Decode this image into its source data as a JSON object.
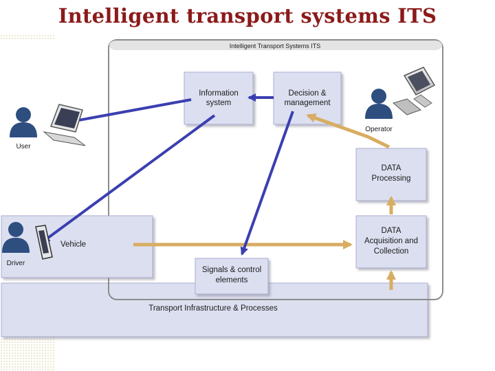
{
  "slide": {
    "title": "Intelligent transport systems ITS"
  },
  "diagram": {
    "container_label": "Intelligent Transport Systems ITS",
    "nodes": {
      "information_system": [
        "Information",
        "system"
      ],
      "decision_management": [
        "Decision &",
        "management"
      ],
      "data_processing": [
        "DATA",
        "Processing"
      ],
      "data_acquisition": [
        "DATA",
        "Acquisition and",
        "Collection"
      ],
      "signals_control": [
        "Signals & control",
        "elements"
      ],
      "vehicle": "Vehicle",
      "infrastructure": "Transport Infrastructure & Processes"
    },
    "actors": {
      "user": "User",
      "operator": "Operator",
      "driver": "Driver"
    },
    "colors": {
      "box_fill": "#dcdff0",
      "box_border": "#a9add0",
      "blue_arrow": "#3a3fb0",
      "tan_arrow": "#d8ad62",
      "title": "#8b1a1a",
      "person": "#2e4e80"
    }
  }
}
